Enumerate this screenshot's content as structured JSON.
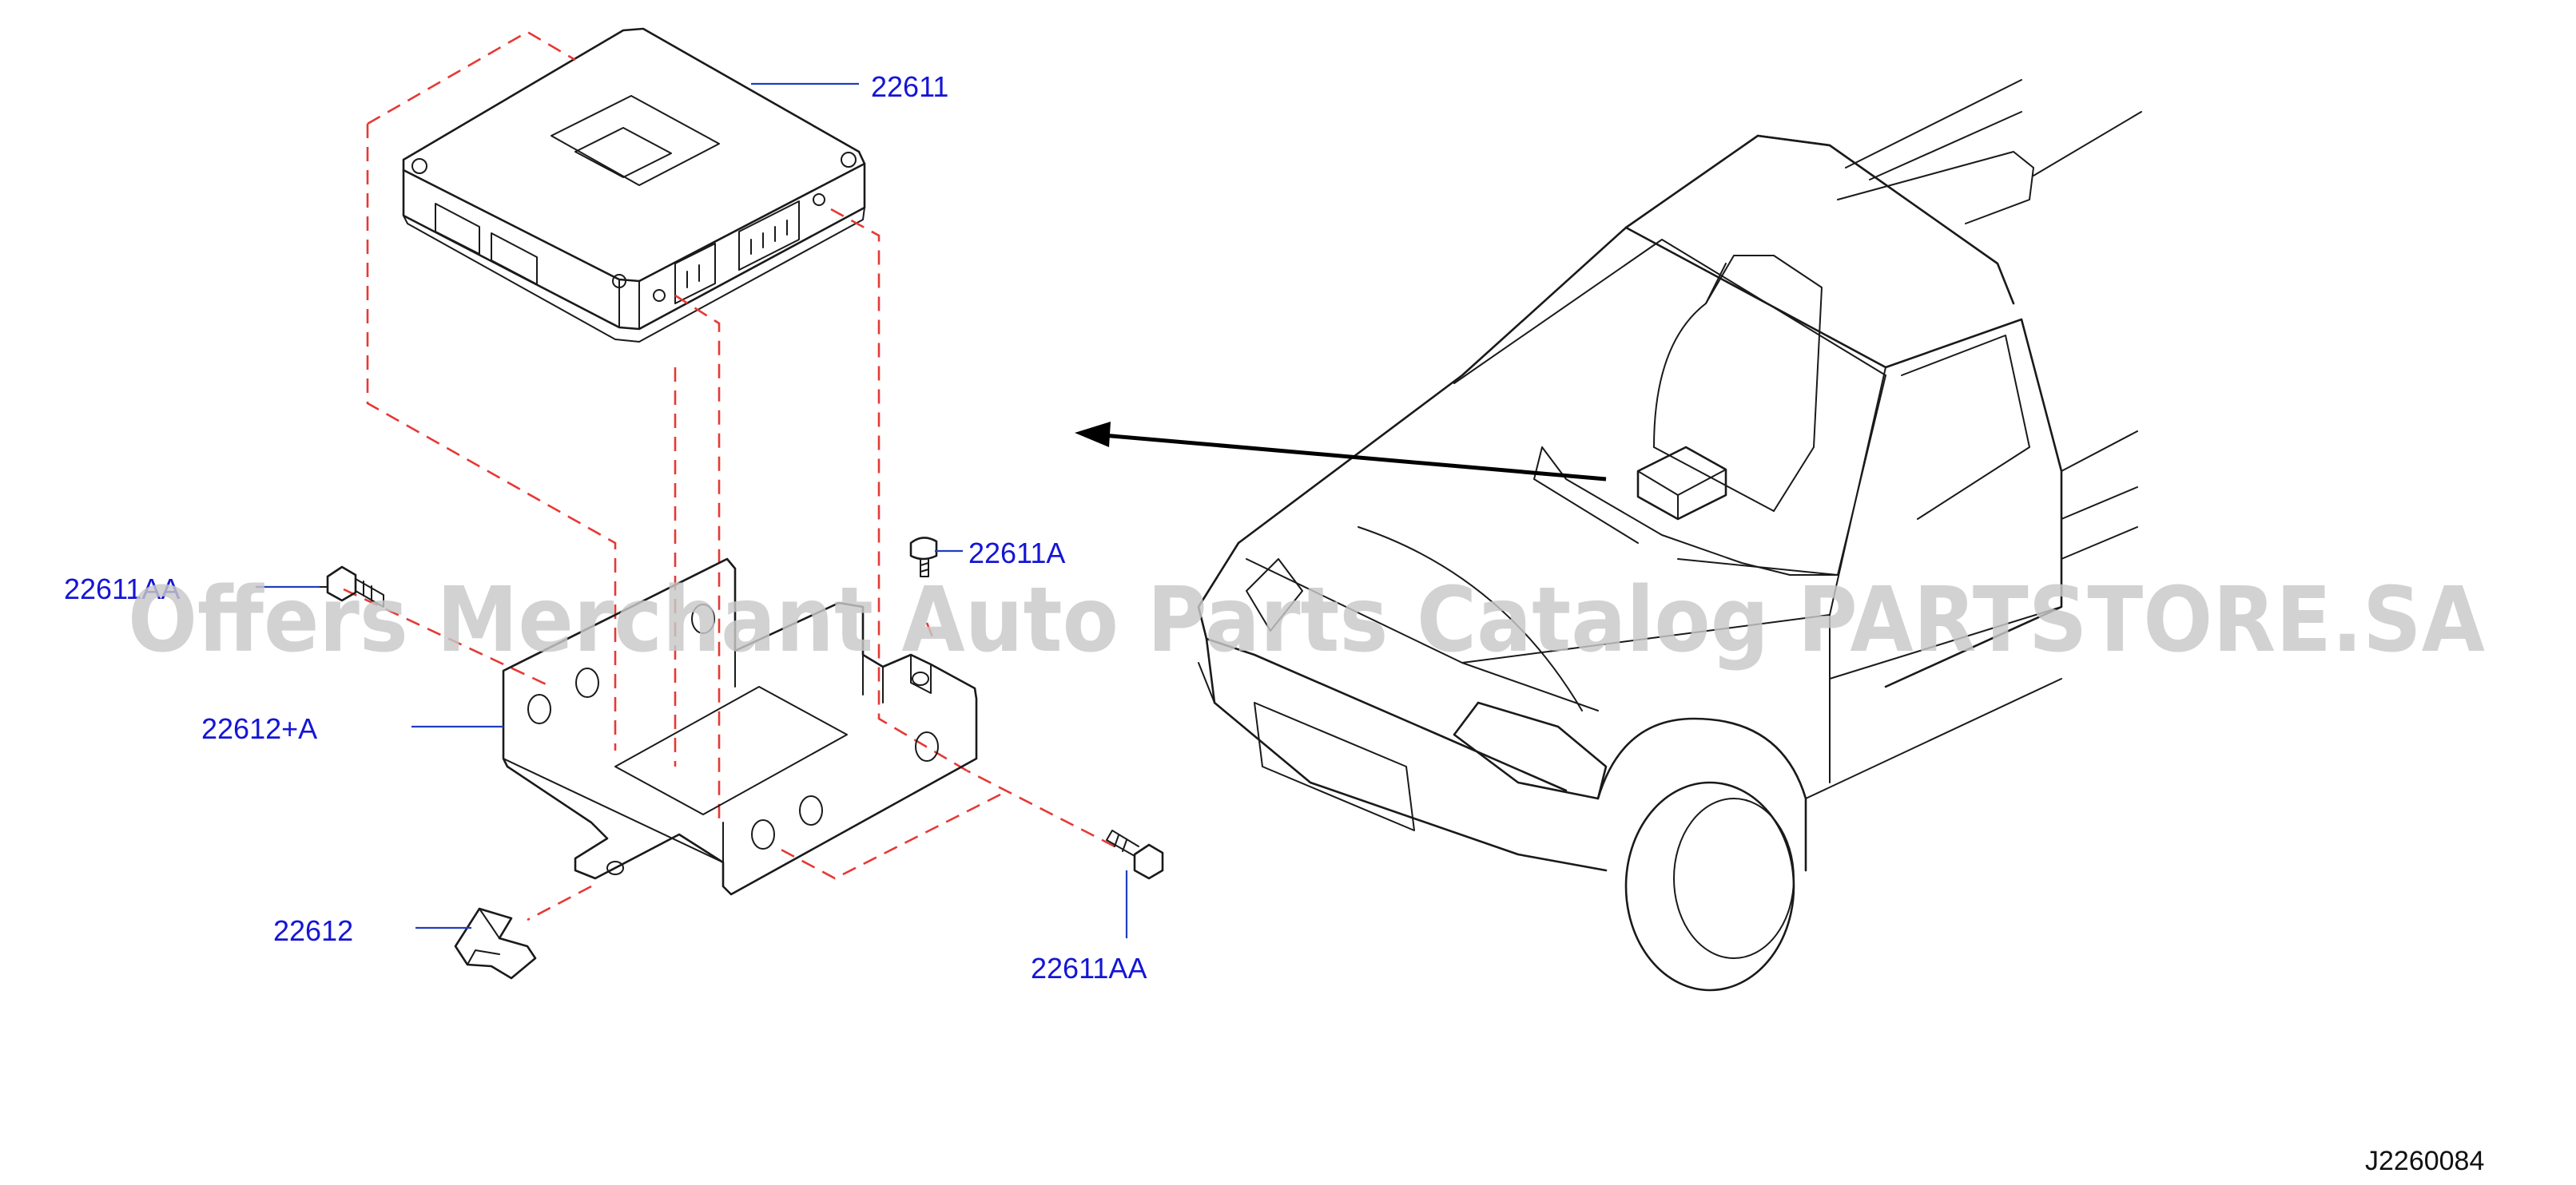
{
  "diagram": {
    "labels": {
      "control_unit": "22611",
      "screw_a": "22611A",
      "bolt_left": "22611AA",
      "bracket": "22612+A",
      "clip": "22612",
      "bolt_right": "22611AA"
    },
    "diagram_code": "J2260084",
    "watermark": "Offers Merchant Auto Parts Catalog PARTSTORE.SA"
  },
  "colors": {
    "line_art": "#1a1a1a",
    "dashed_guides": "#e53935",
    "part_numbers": "#1515d6",
    "watermark": "#c9c9c9"
  }
}
